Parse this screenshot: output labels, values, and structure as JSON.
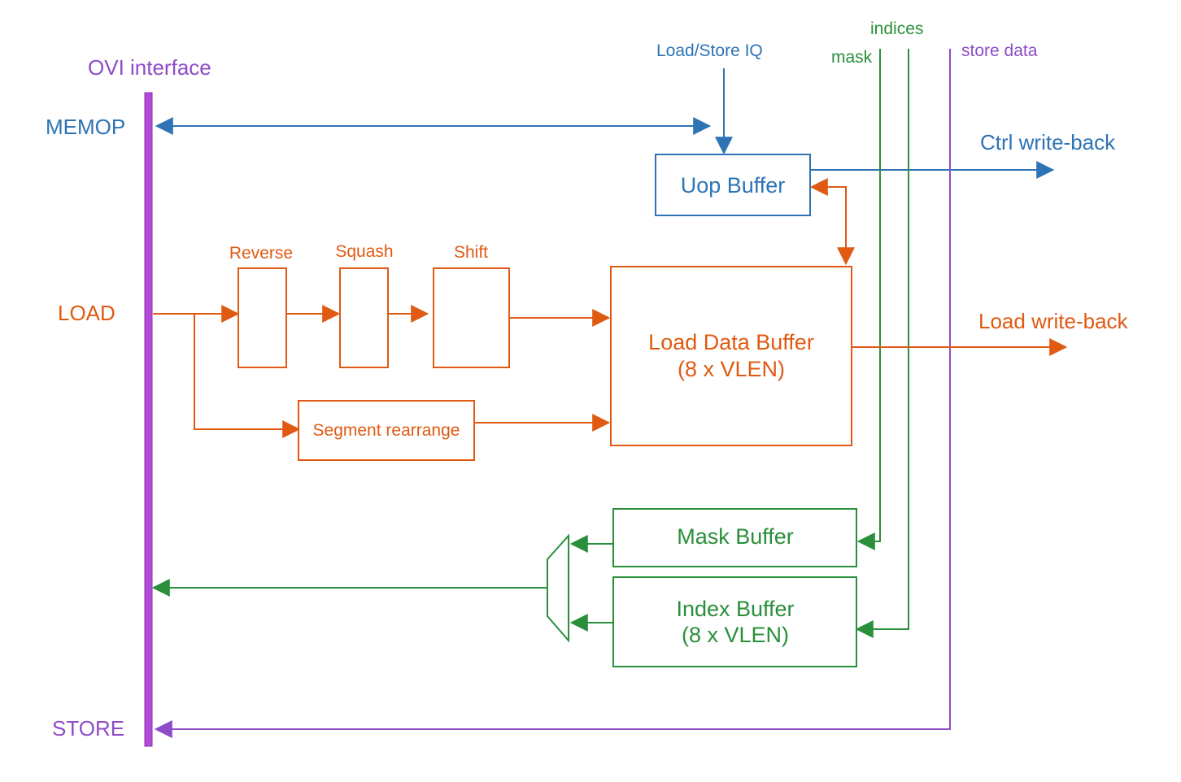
{
  "colors": {
    "blue": "#2e74b5",
    "orange": "#e05a12",
    "green": "#2a8f3a",
    "purple": "#8e4cc9",
    "bus": "#b14ad6"
  },
  "labels": {
    "ovi_interface": "OVI interface",
    "memop": "MEMOP",
    "load": "LOAD",
    "store": "STORE",
    "load_store_iq": "Load/Store IQ",
    "mask": "mask",
    "indices": "indices",
    "store_data": "store data",
    "ctrl_writeback": "Ctrl write-back",
    "load_writeback": "Load write-back"
  },
  "blocks": {
    "uop_buffer": {
      "label": "Uop Buffer"
    },
    "reverse": {
      "label": "Reverse"
    },
    "squash": {
      "label": "Squash"
    },
    "shift": {
      "label": "Shift"
    },
    "segment_rearrange": {
      "label": "Segment rearrange"
    },
    "load_data_buffer": {
      "line1": "Load Data Buffer",
      "line2": "(8 x VLEN)"
    },
    "mask_buffer": {
      "label": "Mask Buffer"
    },
    "index_buffer": {
      "line1": "Index Buffer",
      "line2": "(8 x VLEN)"
    }
  }
}
